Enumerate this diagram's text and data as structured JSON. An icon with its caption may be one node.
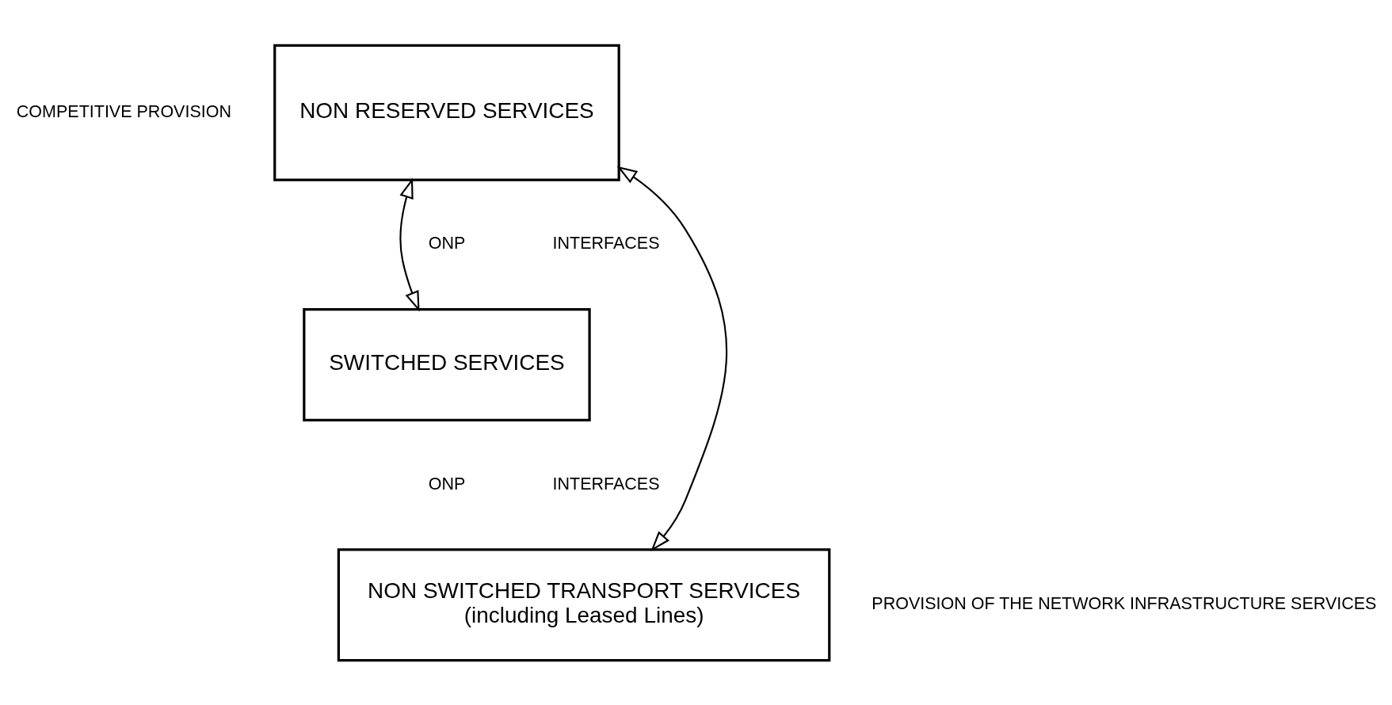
{
  "diagram": {
    "nodes": [
      {
        "text": [
          "NON RESERVED SERVICES"
        ]
      },
      {
        "text": [
          "SWITCHED SERVICES"
        ]
      },
      {
        "text": [
          "NON SWITCHED TRANSPORT SERVICES",
          "(including Leased Lines)"
        ]
      }
    ],
    "edges": [
      {
        "from": 0,
        "to": 1,
        "arrow": "both"
      },
      {
        "from": 0,
        "to": 2,
        "arrow": "both"
      }
    ],
    "labels": [
      "COMPETITIVE PROVISION",
      "ONP",
      "INTERFACES",
      "ONP",
      "INTERFACES",
      "PROVISION OF THE NETWORK INFRASTRUCTURE SERVICES"
    ]
  }
}
